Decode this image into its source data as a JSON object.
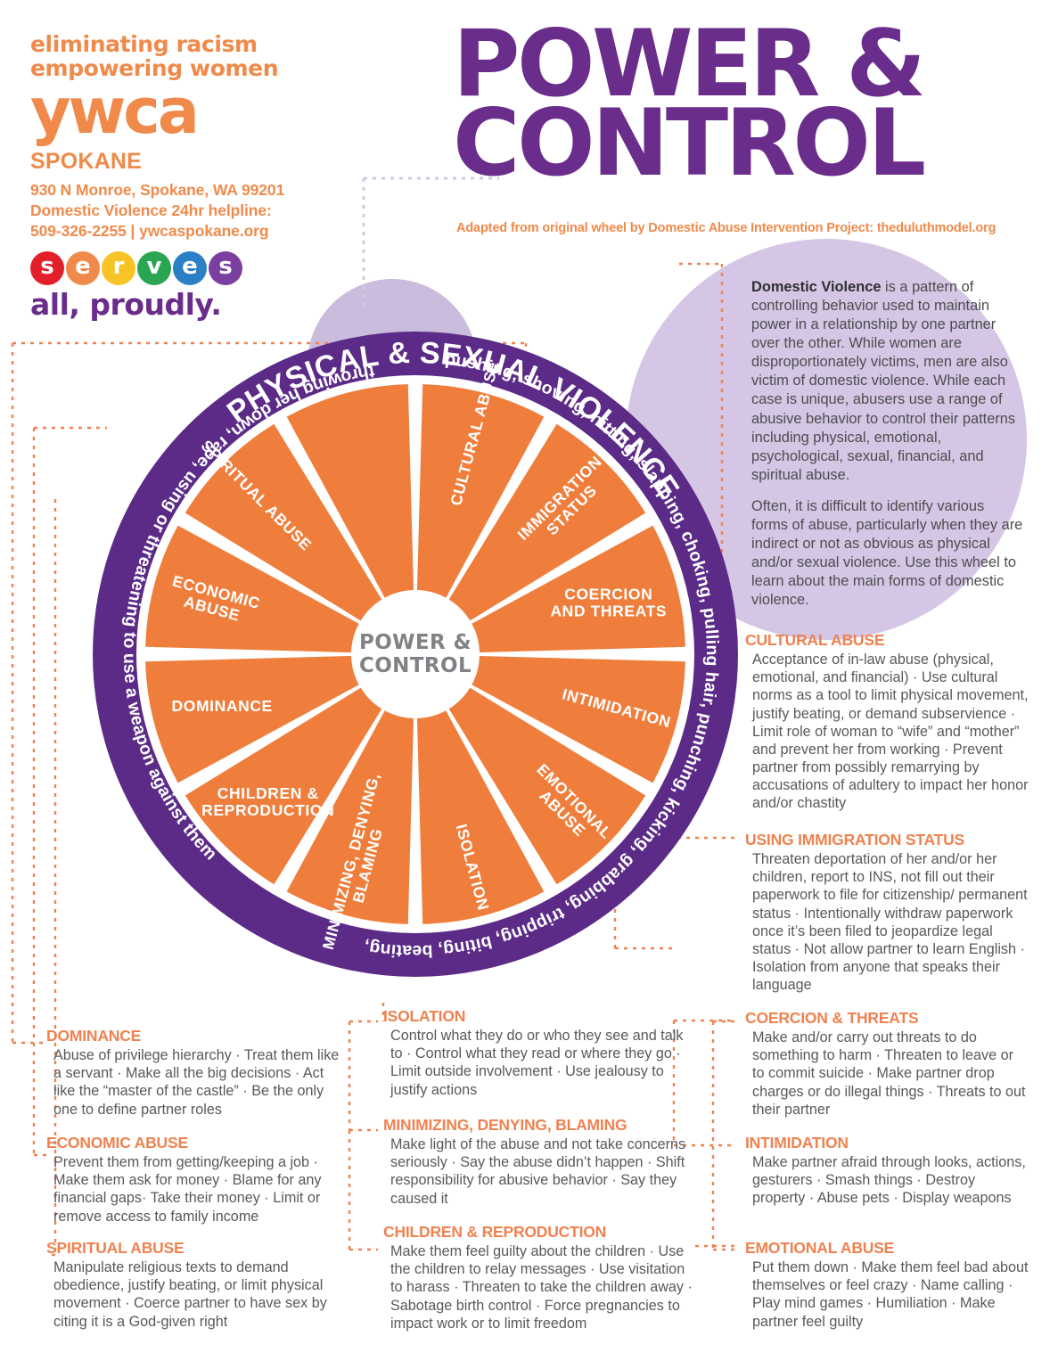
{
  "logo": {
    "tagline_line1": "eliminating racism",
    "tagline_line2": "empowering women",
    "wordmark": "ywca",
    "city": "SPOKANE",
    "address_line1": "930 N Monroe, Spokane, WA 99201",
    "address_line2": "Domestic Violence 24hr helpline:",
    "address_line3": "509-326-2255 | ywcaspokane.org",
    "serves_letters": [
      {
        "char": "s",
        "color": "#e3202a"
      },
      {
        "char": "e",
        "color": "#f08a4b"
      },
      {
        "char": "r",
        "color": "#f7c325"
      },
      {
        "char": "v",
        "color": "#2aa551"
      },
      {
        "char": "e",
        "color": "#2b7fc4"
      },
      {
        "char": "s",
        "color": "#7b3fa0"
      }
    ],
    "proudly": "all, proudly."
  },
  "header": {
    "title_line1": "POWER &",
    "title_line2": "CONTROL",
    "attribution": "Adapted from original wheel by Domestic Abuse Intervention Project: theduluthmodel.org"
  },
  "intro": {
    "lead": "Domestic Violence",
    "paragraph1": " is a pattern of controlling behavior used to maintain power  in a relationship by one partner over the other. While women are disproportionately victims, men are also victim of domestic violence. While each case is unique, abusers use a range of abusive behavior to control their patterns including physical, emotional, psychological, sexual, financial, and spiritual abuse.",
    "paragraph2": "Often, it is difficult to identify various forms of abuse, particularly when they are indirect or not as obvious as physical and/or sexual violence. Use this wheel to learn about the main forms of domestic violence."
  },
  "wheel": {
    "hub_line1": "POWER &",
    "hub_line2": "CONTROL",
    "ring_heading": "PHYSICAL & SEXUAL VIOLENCE",
    "ring_text_right": "pushing, shoving, hitting, slapping, choking, pulling hair, punching, kicking, grabbing, tripping, biting, beating,",
    "ring_text_left": "throwing her down, rape, using or threatening to use a weapon against them",
    "segments": [
      {
        "label": "CULTURAL ABUSE",
        "lines": [
          "CULTURAL ABUSE"
        ]
      },
      {
        "label": "USING IMMIGRATION STATUS",
        "lines": [
          "IMMIGRATION",
          "STATUS"
        ]
      },
      {
        "label": "COERCION AND THREATS",
        "lines": [
          "COERCION",
          "AND THREATS"
        ]
      },
      {
        "label": "INTIMIDATION",
        "lines": [
          "INTIMIDATION"
        ]
      },
      {
        "label": "EMOTIONAL ABUSE",
        "lines": [
          "EMOTIONAL",
          "ABUSE"
        ]
      },
      {
        "label": "ISOLATION",
        "lines": [
          "ISOLATION"
        ]
      },
      {
        "label": "MINIMIZING, DENYING, BLAMING",
        "lines": [
          "MINIMIZING, DENYING,",
          "BLAMING"
        ]
      },
      {
        "label": "CHILDREN & REPRODUCTION",
        "lines": [
          "CHILDREN &",
          "REPRODUCTION"
        ]
      },
      {
        "label": "DOMINANCE",
        "lines": [
          "DOMINANCE"
        ]
      },
      {
        "label": "ECONOMIC ABUSE",
        "lines": [
          "ECONOMIC",
          "ABUSE"
        ]
      },
      {
        "label": "SPIRITUAL ABUSE",
        "lines": [
          "SPIRITUAL ABUSE"
        ]
      }
    ]
  },
  "blocks": {
    "dominance": {
      "title": "DOMINANCE",
      "body": "Abuse of privilege hierarchy · Treat them like a servant · Make all the big decisions · Act like the “master of the castle” · Be the only one to define partner roles"
    },
    "economic": {
      "title": "ECONOMIC ABUSE",
      "body": "Prevent them from getting/keeping a job · Make them ask for money · Blame for any financial gaps· Take their money · Limit or remove access to family income"
    },
    "spiritual": {
      "title": "SPIRITUAL ABUSE",
      "body": "Manipulate religious texts to demand obedience, justify beating, or limit physical movement · Coerce partner to have sex by citing it is a God-given right"
    },
    "isolation": {
      "title": "ISOLATION",
      "body": "Control what they do or who they see and talk to · Control what they read or where they go · Limit outside involvement · Use jealousy to justify actions"
    },
    "minimizing": {
      "title": "MINIMIZING, DENYING, BLAMING",
      "body": "Make light of the abuse and not take concerns seriously · Say the abuse didn’t happen · Shift responsibility for abusive behavior · Say they caused it"
    },
    "children": {
      "title": "CHILDREN & REPRODUCTION",
      "body": "Make them feel guilty about the children · Use the children to relay messages · Use visitation to harass · Threaten to take the children away · Sabotage birth control · Force pregnancies to impact work or to limit freedom"
    },
    "cultural": {
      "title": "CULTURAL ABUSE",
      "body": "Acceptance of in-law abuse (physical, emotional, and financial) · Use cultural norms as a tool to limit physical movement, justify beating, or demand subservience · Limit role of woman to “wife” and “mother” and prevent her from working · Prevent partner from possibly remarrying by accusations of adultery to impact her honor and/or chastity"
    },
    "immigration": {
      "title": "USING IMMIGRATION STATUS",
      "body": "Threaten deportation of her and/or her children, report to INS, not fill out their paperwork to file for citizenship/ permanent status · Intentionally withdraw paperwork once it’s been filed to jeopardize legal status · Not allow partner to learn English · Isolation from anyone that speaks their language"
    },
    "coercion": {
      "title": "COERCION & THREATS",
      "body": "Make and/or carry out threats to do something to harm · Threaten to leave or to commit suicide · Make partner drop charges or do illegal things · Threats to out their partner"
    },
    "intimidation": {
      "title": "INTIMIDATION",
      "body": "Make partner afraid through looks, actions, gesturers · Smash things · Destroy property · Abuse pets · Display weapons"
    },
    "emotional": {
      "title": "EMOTIONAL ABUSE",
      "body": "Put them down · Make them feel bad about themselves or feel crazy · Name calling · Play mind games · Humiliation  · Make partner feel guilty"
    }
  },
  "colors": {
    "orange": "#ef7e3c",
    "purple": "#5b2b87",
    "lavender": "#d4c6e4",
    "heading_orange": "#ef8250",
    "body_gray": "#58595b"
  }
}
